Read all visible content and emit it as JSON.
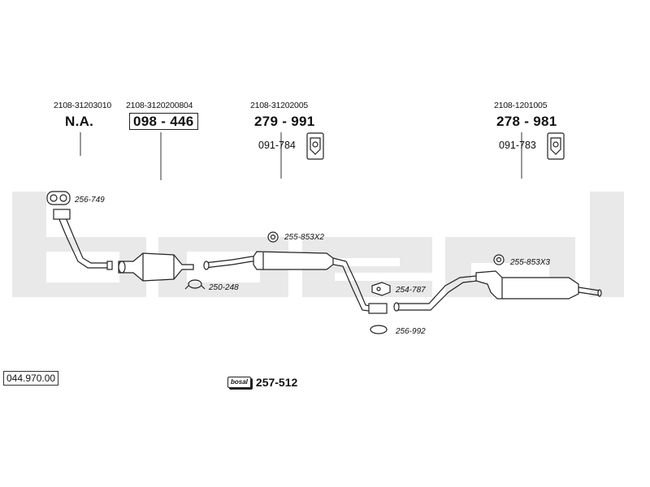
{
  "watermark": {
    "text": "bosal",
    "color": "#e9e9e9"
  },
  "assembly_ref": "044.970.00",
  "kit": {
    "logo": "bosal",
    "number": "257-512"
  },
  "parts": [
    {
      "oem": "2108-31203010",
      "number": "N.A."
    },
    {
      "oem": "2108-3120200804",
      "number": "098 - 446"
    },
    {
      "oem": "2108-31202005",
      "number": "279 - 991",
      "mount": "091-784"
    },
    {
      "oem": "2108-1201005",
      "number": "278 - 981",
      "mount": "091-783"
    }
  ],
  "fittings": [
    {
      "number": "256-749"
    },
    {
      "number": "250-248"
    },
    {
      "number": "255-853X2"
    },
    {
      "number": "254-787"
    },
    {
      "number": "256-992"
    },
    {
      "number": "255-853X3"
    }
  ]
}
